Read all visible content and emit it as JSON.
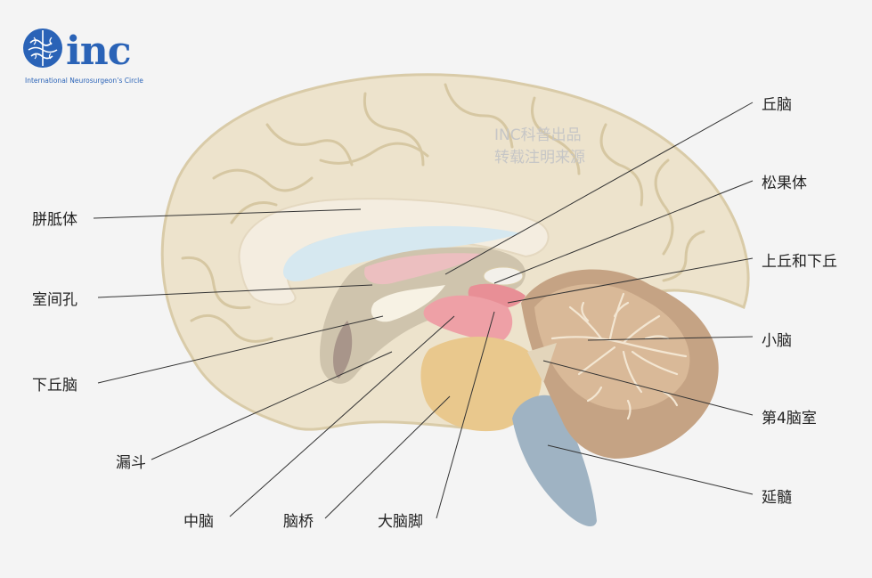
{
  "logo": {
    "name": "inc",
    "subtitle": "International  Neurosurgeon’s  Circle",
    "color": "#2a63b7"
  },
  "watermark": {
    "line1": "INC科普出品",
    "line2": "转载注明来源"
  },
  "labels": {
    "corpus_callosum": "胼胝体",
    "interventricular_foramen": "室间孔",
    "hypothalamus": "下丘脑",
    "infundibulum": "漏斗",
    "midbrain": "中脑",
    "pons": "脑桥",
    "cerebral_peduncle": "大脑脚",
    "thalamus": "丘脑",
    "pineal_body": "松果体",
    "colliculi": "上丘和下丘",
    "cerebellum": "小脑",
    "fourth_ventricle": "第4脑室",
    "medulla": "延髓"
  },
  "colors": {
    "cortex": "#ede3cc",
    "cortex_outline": "#d9cba8",
    "corpus_callosum": "#f4ede0",
    "ventricle": "#d6e8f0",
    "cerebellum": "#c5a384",
    "pons": "#e9c88d",
    "medulla": "#9fb3c3",
    "midbrain": "#eea0a6"
  }
}
